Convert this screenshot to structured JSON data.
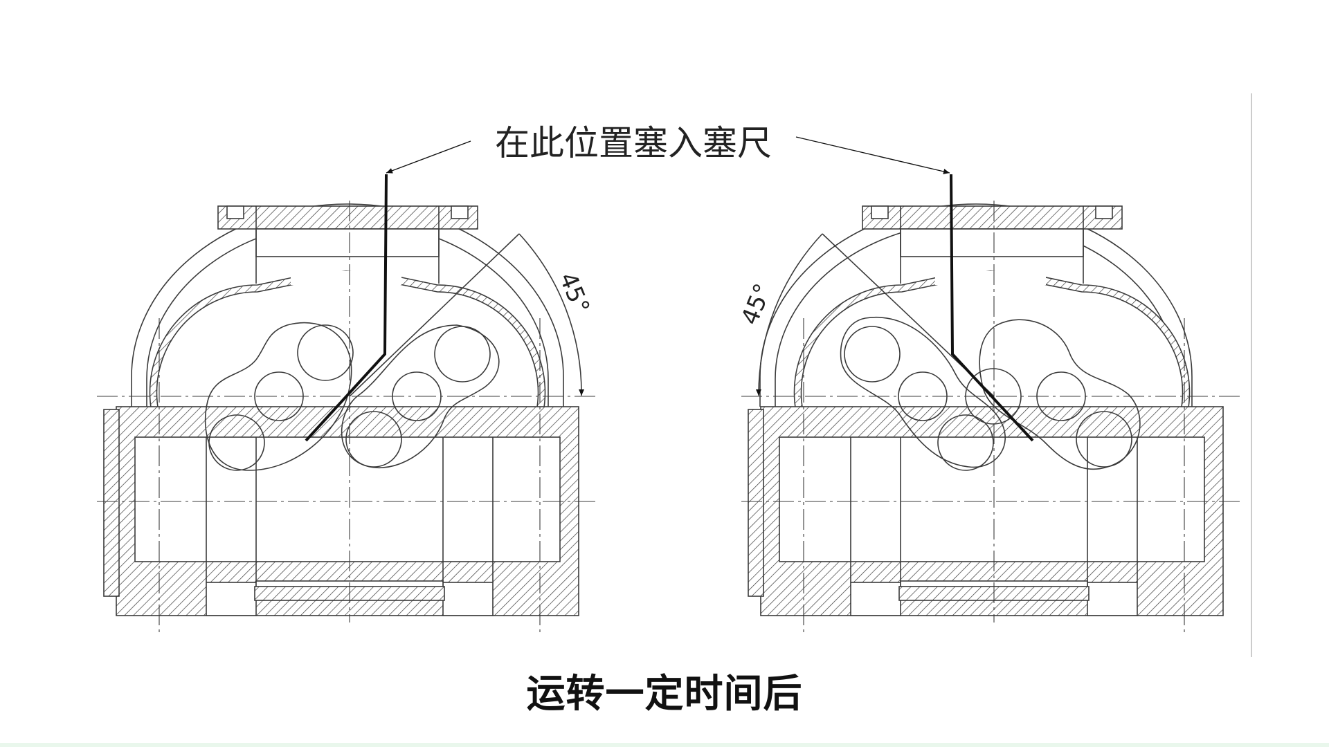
{
  "callout": {
    "text": "在此位置塞入塞尺"
  },
  "angle_labels": {
    "left": "45°",
    "right": "45°"
  },
  "subtitle": {
    "text": "运转一定时间后"
  },
  "colors": {
    "line": "#3a3a3a",
    "thick": "#111111",
    "background": "#ffffff"
  }
}
